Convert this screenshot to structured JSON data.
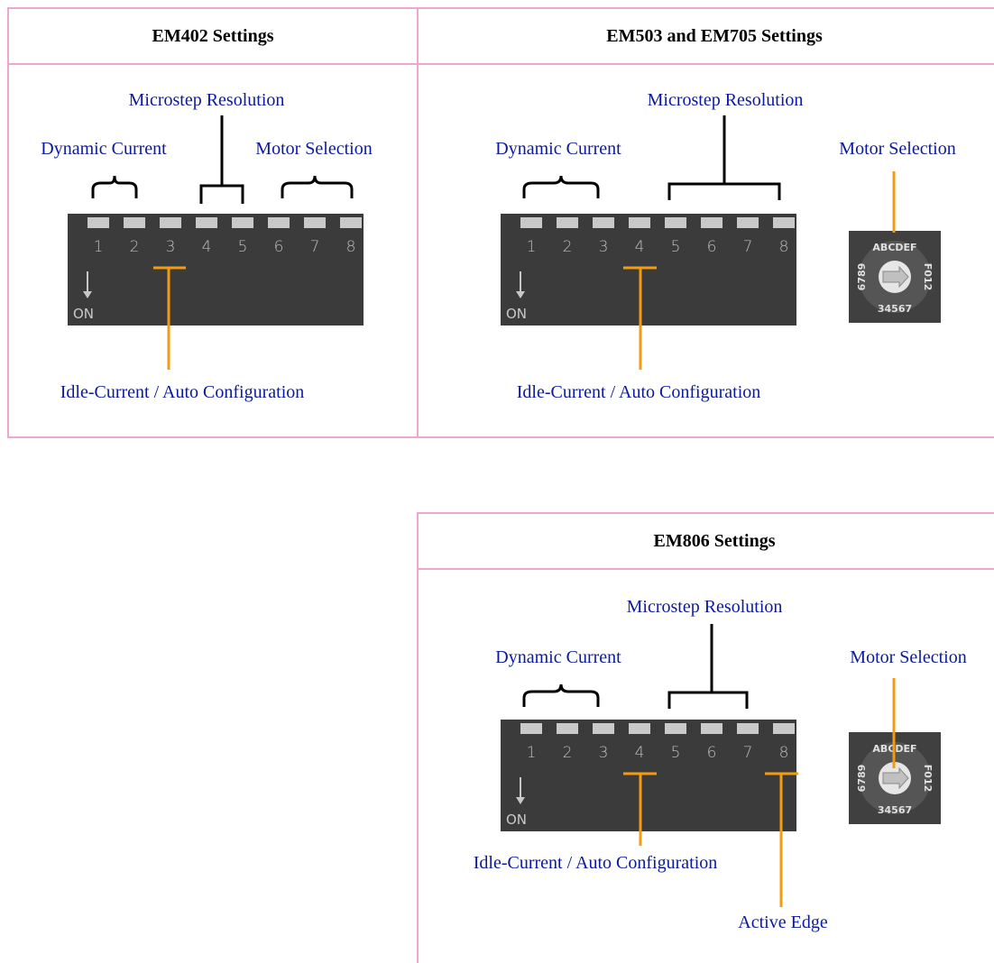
{
  "panels": {
    "em402": {
      "title": "EM402 Settings",
      "labels": {
        "microstep": "Microstep Resolution",
        "dynamic": "Dynamic Current",
        "motor": "Motor Selection",
        "idle": "Idle-Current / Auto Configuration"
      },
      "switch_numbers": [
        "1",
        "2",
        "3",
        "4",
        "5",
        "6",
        "7",
        "8"
      ],
      "on_label": "ON"
    },
    "em503": {
      "title": "EM503 and EM705 Settings",
      "labels": {
        "microstep": "Microstep Resolution",
        "dynamic": "Dynamic Current",
        "motor": "Motor Selection",
        "idle": "Idle-Current / Auto Configuration"
      },
      "switch_numbers": [
        "1",
        "2",
        "3",
        "4",
        "5",
        "6",
        "7",
        "8"
      ],
      "on_label": "ON",
      "rotary_label": "89ABCDEF01234567"
    },
    "em806": {
      "title": "EM806 Settings",
      "labels": {
        "microstep": "Microstep Resolution",
        "dynamic": "Dynamic Current",
        "motor": "Motor Selection",
        "idle": "Idle-Current / Auto Configuration",
        "edge": "Active Edge"
      },
      "switch_numbers": [
        "1",
        "2",
        "3",
        "4",
        "5",
        "6",
        "7",
        "8"
      ],
      "on_label": "ON",
      "rotary_label": "89ABCDEF01234567"
    }
  },
  "colors": {
    "border": "#f2a6cf",
    "label": "#0b1a9c",
    "bracket": "#000000",
    "pointer": "#f39c12",
    "switch_body": "#3b3b3b"
  }
}
